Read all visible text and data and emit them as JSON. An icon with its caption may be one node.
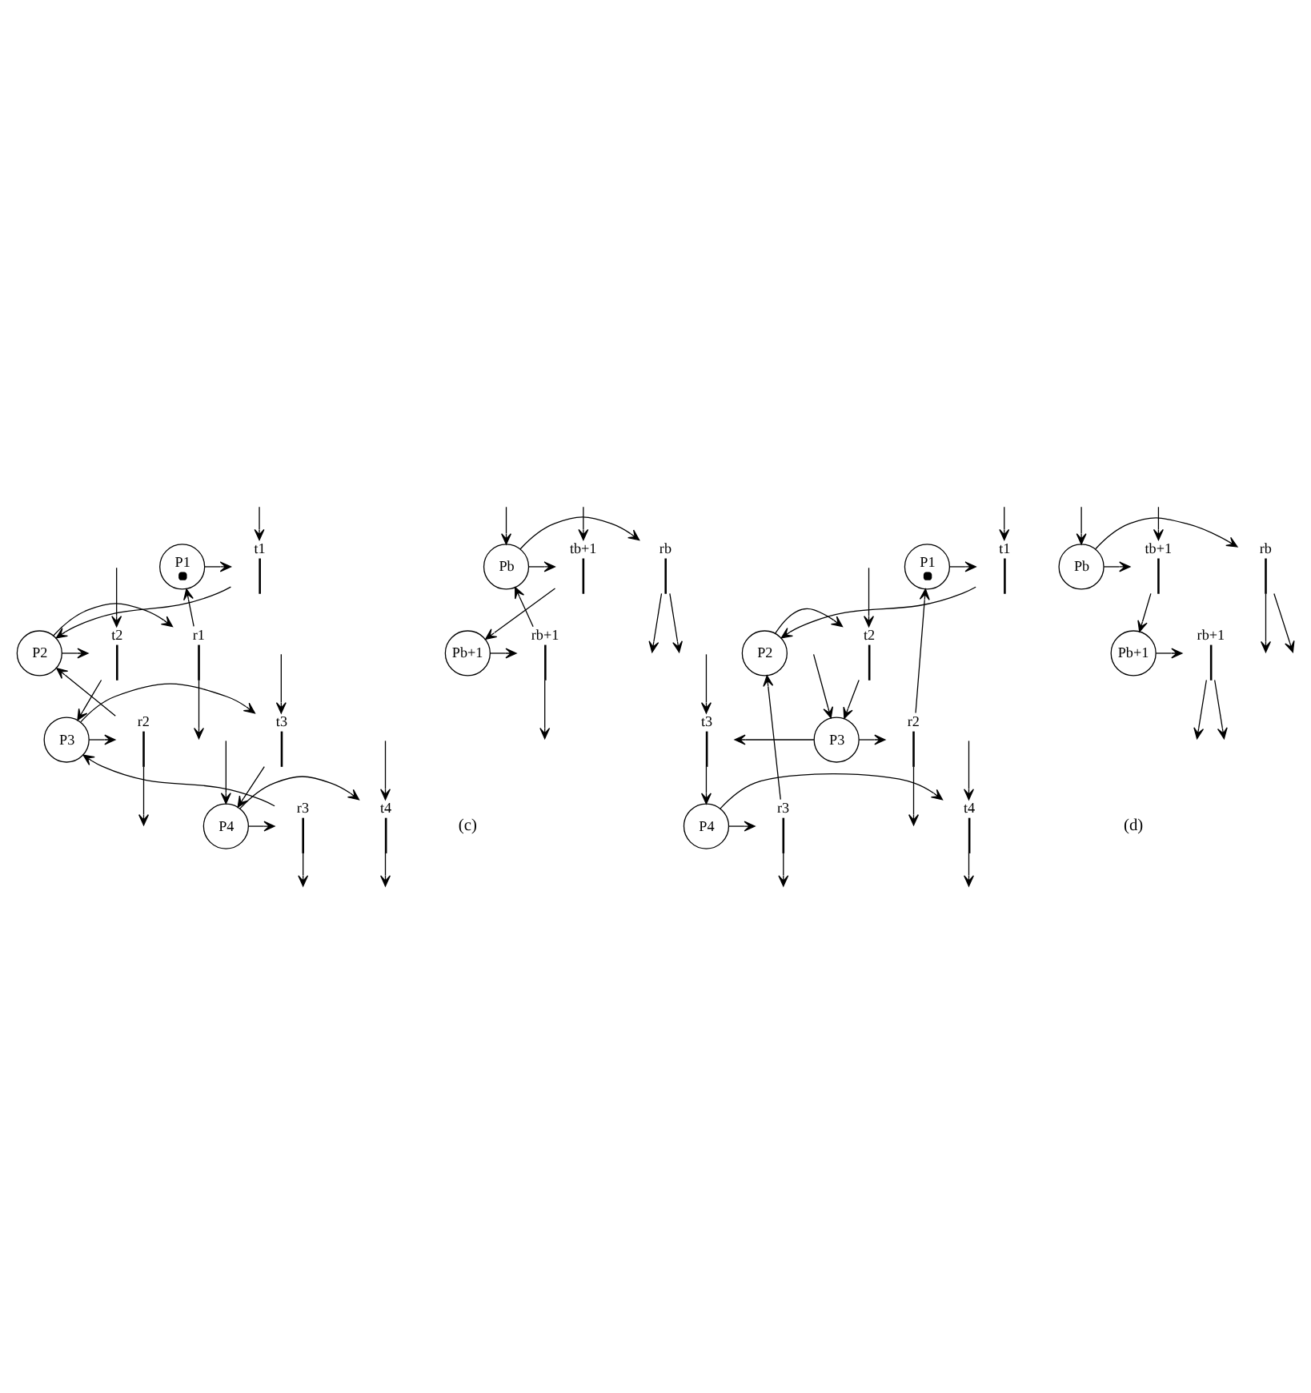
{
  "diagram": {
    "nodes": [
      {
        "text": [
          "t1"
        ]
      },
      {
        "text": [
          "P1"
        ]
      },
      {
        "text": [
          "t2"
        ]
      },
      {
        "text": [
          "P2"
        ]
      },
      {
        "text": [
          "r1"
        ]
      },
      {
        "text": [
          "t3"
        ]
      },
      {
        "text": [
          "P3"
        ]
      },
      {
        "text": [
          "r2"
        ]
      },
      {
        "text": [
          "t4"
        ]
      },
      {
        "text": [
          "P4"
        ]
      },
      {
        "text": [
          "r3"
        ]
      },
      {
        "text": [
          "tb+1"
        ]
      },
      {
        "text": [
          "Pb"
        ]
      },
      {
        "text": [
          "rb"
        ]
      },
      {
        "text": [
          "Pb+1"
        ]
      },
      {
        "text": [
          "rb+1"
        ]
      },
      {
        "text": [
          "t1"
        ]
      },
      {
        "text": [
          "P1"
        ]
      },
      {
        "text": [
          "t2"
        ]
      },
      {
        "text": [
          "P2"
        ]
      },
      {
        "text": [
          "t3"
        ]
      },
      {
        "text": [
          "P3"
        ]
      },
      {
        "text": [
          "r2"
        ]
      },
      {
        "text": [
          "t4"
        ]
      },
      {
        "text": [
          "P4"
        ]
      },
      {
        "text": [
          "r3"
        ]
      },
      {
        "text": [
          "tb+1"
        ]
      },
      {
        "text": [
          "Pb"
        ]
      },
      {
        "text": [
          "rb"
        ]
      },
      {
        "text": [
          "Pb+1"
        ]
      },
      {
        "text": [
          "rb+1"
        ]
      }
    ],
    "edges": [
      {
        "from": null,
        "to": 0,
        "arrow": "to"
      },
      {
        "from": 1,
        "to": 0,
        "arrow": "to"
      },
      {
        "from": 0,
        "to": 3,
        "arrow": "to"
      },
      {
        "from": 4,
        "to": 1,
        "arrow": "to"
      },
      {
        "from": null,
        "to": 2,
        "arrow": "to"
      },
      {
        "from": 3,
        "to": 2,
        "arrow": "to"
      },
      {
        "from": 3,
        "to": 4,
        "arrow": "to"
      },
      {
        "from": 4,
        "to": null,
        "arrow": "to"
      },
      {
        "from": 2,
        "to": 6,
        "arrow": "to"
      },
      {
        "from": 7,
        "to": 3,
        "arrow": "to"
      },
      {
        "from": null,
        "to": 5,
        "arrow": "to"
      },
      {
        "from": 6,
        "to": 5,
        "arrow": "to"
      },
      {
        "from": 6,
        "to": 7,
        "arrow": "to"
      },
      {
        "from": 7,
        "to": null,
        "arrow": "to"
      },
      {
        "from": 5,
        "to": 9,
        "arrow": "to"
      },
      {
        "from": 10,
        "to": 6,
        "arrow": "to"
      },
      {
        "from": null,
        "to": 8,
        "arrow": "to"
      },
      {
        "from": 9,
        "to": 8,
        "arrow": "to"
      },
      {
        "from": 9,
        "to": 10,
        "arrow": "to"
      },
      {
        "from": 10,
        "to": null,
        "arrow": "to"
      },
      {
        "from": 8,
        "to": null,
        "arrow": "to"
      },
      {
        "from": null,
        "to": 9,
        "arrow": "to"
      },
      {
        "from": null,
        "to": 12,
        "arrow": "to"
      },
      {
        "from": 13,
        "to": null,
        "arrow": "to"
      },
      {
        "from": null,
        "to": 11,
        "arrow": "to"
      },
      {
        "from": 12,
        "to": 11,
        "arrow": "to"
      },
      {
        "from": 12,
        "to": 13,
        "arrow": "to"
      },
      {
        "from": 13,
        "to": null,
        "arrow": "to"
      },
      {
        "from": 11,
        "to": 14,
        "arrow": "to"
      },
      {
        "from": 15,
        "to": 12,
        "arrow": "to"
      },
      {
        "from": 14,
        "to": 15,
        "arrow": "to"
      },
      {
        "from": 15,
        "to": null,
        "arrow": "to"
      },
      {
        "from": null,
        "to": 16,
        "arrow": "to"
      },
      {
        "from": 17,
        "to": 16,
        "arrow": "to"
      },
      {
        "from": 16,
        "to": 19,
        "arrow": "to"
      },
      {
        "from": 22,
        "to": 17,
        "arrow": "to"
      },
      {
        "from": null,
        "to": 18,
        "arrow": "to"
      },
      {
        "from": 19,
        "to": 18,
        "arrow": "to"
      },
      {
        "from": 18,
        "to": 21,
        "arrow": "to"
      },
      {
        "from": 25,
        "to": 19,
        "arrow": "to"
      },
      {
        "from": null,
        "to": 20,
        "arrow": "to"
      },
      {
        "from": 21,
        "to": 20,
        "arrow": "to"
      },
      {
        "from": 21,
        "to": 22,
        "arrow": "to"
      },
      {
        "from": 22,
        "to": null,
        "arrow": "to"
      },
      {
        "from": 20,
        "to": 24,
        "arrow": "to"
      },
      {
        "from": null,
        "to": 21,
        "arrow": "to"
      },
      {
        "from": null,
        "to": 23,
        "arrow": "to"
      },
      {
        "from": 24,
        "to": 23,
        "arrow": "to"
      },
      {
        "from": 24,
        "to": 25,
        "arrow": "to"
      },
      {
        "from": 25,
        "to": null,
        "arrow": "to"
      },
      {
        "from": 23,
        "to": null,
        "arrow": "to"
      },
      {
        "from": null,
        "to": 27,
        "arrow": "to"
      },
      {
        "from": 28,
        "to": null,
        "arrow": "to"
      },
      {
        "from": 30,
        "to": null,
        "arrow": "to"
      },
      {
        "from": null,
        "to": 26,
        "arrow": "to"
      },
      {
        "from": 27,
        "to": 26,
        "arrow": "to"
      },
      {
        "from": 27,
        "to": 28,
        "arrow": "to"
      },
      {
        "from": 28,
        "to": null,
        "arrow": "to"
      },
      {
        "from": 26,
        "to": 29,
        "arrow": "to"
      },
      {
        "from": 29,
        "to": 30,
        "arrow": "to"
      },
      {
        "from": 30,
        "to": null,
        "arrow": "to"
      }
    ],
    "labels": [
      "(c)",
      "(d)"
    ]
  }
}
